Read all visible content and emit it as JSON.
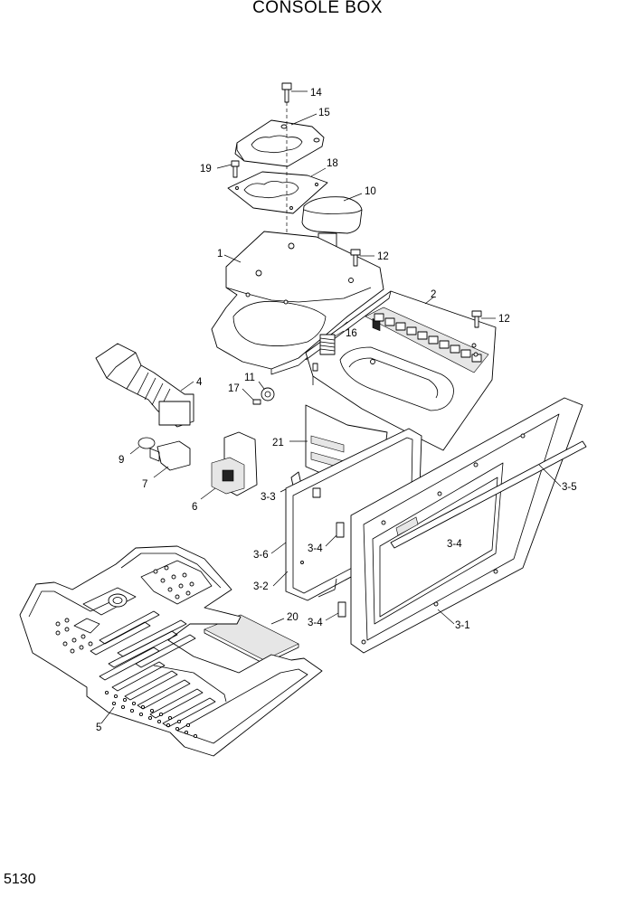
{
  "title": "CONSOLE BOX",
  "page_number": "5130",
  "callouts": {
    "c14": "14",
    "c15": "15",
    "c19": "19",
    "c18": "18",
    "c10": "10",
    "c1": "1",
    "c12a": "12",
    "c2": "2",
    "c12b": "12",
    "c16": "16",
    "c4": "4",
    "c11": "11",
    "c17": "17",
    "c21": "21",
    "c9": "9",
    "c7": "7",
    "c6": "6",
    "c33": "3-3",
    "c35": "3-5",
    "c36": "3-6",
    "c34a": "3-4",
    "c34b": "3-4",
    "c32": "3-2",
    "c34c": "3-4",
    "c20": "20",
    "c31": "3-1",
    "c5": "5"
  }
}
